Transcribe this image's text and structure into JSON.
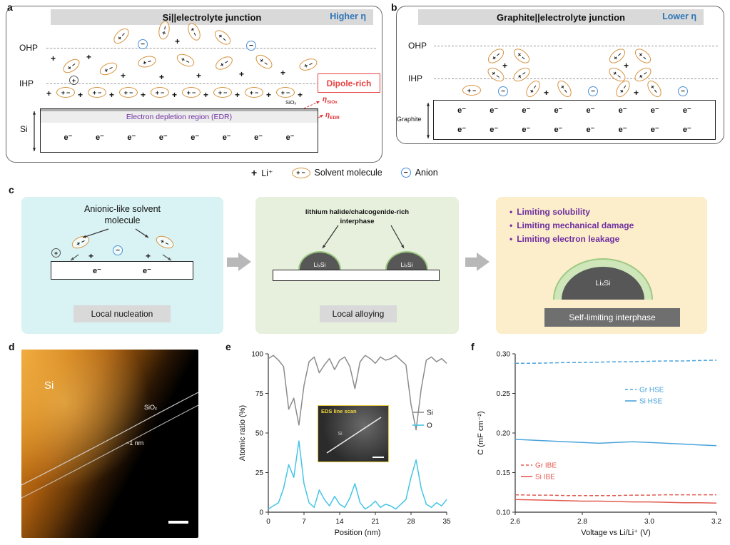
{
  "figure": {
    "letters": {
      "a": "a",
      "b": "b",
      "c": "c",
      "d": "d",
      "e": "e",
      "f": "f"
    }
  },
  "symbols": {
    "plus": "+",
    "minus": "−",
    "electron": "e⁻",
    "bullet": "•"
  },
  "panel_a": {
    "title": "Si||electrolyte junction",
    "eta_note": "Higher η",
    "ohp": "OHP",
    "ihp": "IHP",
    "dipole_rich": "Dipole-rich",
    "siox": "SiOₓ",
    "eta_siox": {
      "base": "η",
      "sub": "SiOx"
    },
    "eta_edr": {
      "base": "η",
      "sub": "EDR"
    },
    "edr": "Electron depletion region (EDR)",
    "si": "Si",
    "n_electrons": 8
  },
  "panel_b": {
    "title": "Graphite||electrolyte junction",
    "eta_note": "Lower η",
    "ohp": "OHP",
    "ihp": "IHP",
    "graphite": "Graphite",
    "n_electrons": 8
  },
  "legend": {
    "li": "Li⁺",
    "solvent": "Solvent molecule",
    "anion": "Anion"
  },
  "panel_c": {
    "lixsi": "LiₓSi",
    "s1": {
      "line1": "Anionic-like solvent",
      "line2": "molecule",
      "caption": "Local nucleation",
      "n_electrons": 2
    },
    "s2": {
      "line1": "lithium halide/chalcogenide-rich",
      "line2": "interphase",
      "caption": "Local alloying"
    },
    "s3": {
      "bullets": [
        "Limiting solubility",
        "Limiting mechanical damage",
        "Limiting electron leakage"
      ],
      "caption": "Self-limiting interphase"
    }
  },
  "panel_d": {
    "si": "Si",
    "siox": "SiOₓ",
    "thickness": "~1 nm"
  },
  "panel_e": {
    "inset_title": "EDS line scan",
    "inset_si": "Si"
  },
  "chart_data": [
    {
      "id": "eds-line-scan",
      "type": "line",
      "title": "",
      "xlabel": "Position (nm)",
      "ylabel": "Atomic ratio (%)",
      "xlim": [
        0,
        35
      ],
      "ylim": [
        0,
        100
      ],
      "xticks": [
        0,
        7,
        14,
        21,
        28,
        35
      ],
      "xtick_labels": [
        "0",
        "7",
        "14",
        "21",
        "28",
        "35"
      ],
      "yticks": [
        0,
        25,
        50,
        75,
        100
      ],
      "ytick_labels": [
        "0",
        "25",
        "50",
        "75",
        "100"
      ],
      "grid": false,
      "legend_position": "right-middle",
      "x": [
        0,
        1,
        2,
        3,
        4,
        5,
        6,
        7,
        8,
        9,
        10,
        11,
        12,
        13,
        14,
        15,
        16,
        17,
        18,
        19,
        20,
        21,
        22,
        23,
        24,
        25,
        26,
        27,
        28,
        29,
        30,
        31,
        32,
        33,
        34,
        35
      ],
      "series": [
        {
          "name": "Si",
          "color": "#8c8c8c",
          "dash": false,
          "y": [
            97,
            99,
            96,
            92,
            65,
            72,
            55,
            80,
            95,
            98,
            88,
            93,
            97,
            90,
            96,
            98,
            92,
            78,
            95,
            99,
            97,
            94,
            98,
            96,
            97,
            99,
            96,
            93,
            68,
            52,
            78,
            96,
            98,
            95,
            97,
            94
          ]
        },
        {
          "name": "O",
          "color": "#45c5e6",
          "dash": false,
          "y": [
            2,
            4,
            6,
            15,
            30,
            22,
            45,
            18,
            6,
            3,
            14,
            8,
            4,
            10,
            5,
            3,
            9,
            18,
            6,
            2,
            4,
            7,
            3,
            5,
            4,
            2,
            5,
            8,
            22,
            33,
            15,
            5,
            3,
            6,
            4,
            8
          ]
        }
      ]
    },
    {
      "id": "capacitance",
      "type": "line",
      "title": "",
      "xlabel": "Voltage vs Li/Li⁺ (V)",
      "ylabel": "C (mF cm⁻²)",
      "xlim": [
        2.6,
        3.2
      ],
      "ylim": [
        0.1,
        0.3
      ],
      "xticks": [
        2.6,
        2.8,
        3.0,
        3.2
      ],
      "xtick_labels": [
        "2.6",
        "2.8",
        "3.0",
        "3.2"
      ],
      "yticks": [
        0.1,
        0.15,
        0.2,
        0.25,
        0.3
      ],
      "ytick_labels": [
        "0.10",
        "0.15",
        "0.20",
        "0.25",
        "0.30"
      ],
      "grid": false,
      "legend_position": "in-plot",
      "x": [
        2.6,
        2.65,
        2.7,
        2.75,
        2.8,
        2.85,
        2.9,
        2.95,
        3.0,
        3.05,
        3.1,
        3.15,
        3.2
      ],
      "series": [
        {
          "name": "Gr HSE",
          "color": "#4aa3dc",
          "dash": true,
          "y": [
            0.288,
            0.288,
            0.2885,
            0.289,
            0.289,
            0.2895,
            0.29,
            0.29,
            0.2905,
            0.291,
            0.291,
            0.2915,
            0.292
          ]
        },
        {
          "name": "Si HSE",
          "color": "#4aa3dc",
          "dash": false,
          "y": [
            0.192,
            0.191,
            0.19,
            0.189,
            0.188,
            0.187,
            0.188,
            0.189,
            0.188,
            0.187,
            0.186,
            0.185,
            0.184
          ]
        },
        {
          "name": "Gr IBE",
          "color": "#e25a50",
          "dash": true,
          "y": [
            0.122,
            0.1215,
            0.1215,
            0.121,
            0.121,
            0.121,
            0.121,
            0.1215,
            0.1215,
            0.122,
            0.122,
            0.122,
            0.122
          ]
        },
        {
          "name": "Si IBE",
          "color": "#e25a50",
          "dash": false,
          "y": [
            0.116,
            0.1155,
            0.115,
            0.1145,
            0.114,
            0.114,
            0.1135,
            0.113,
            0.113,
            0.1125,
            0.112,
            0.112,
            0.1115
          ]
        }
      ]
    }
  ]
}
